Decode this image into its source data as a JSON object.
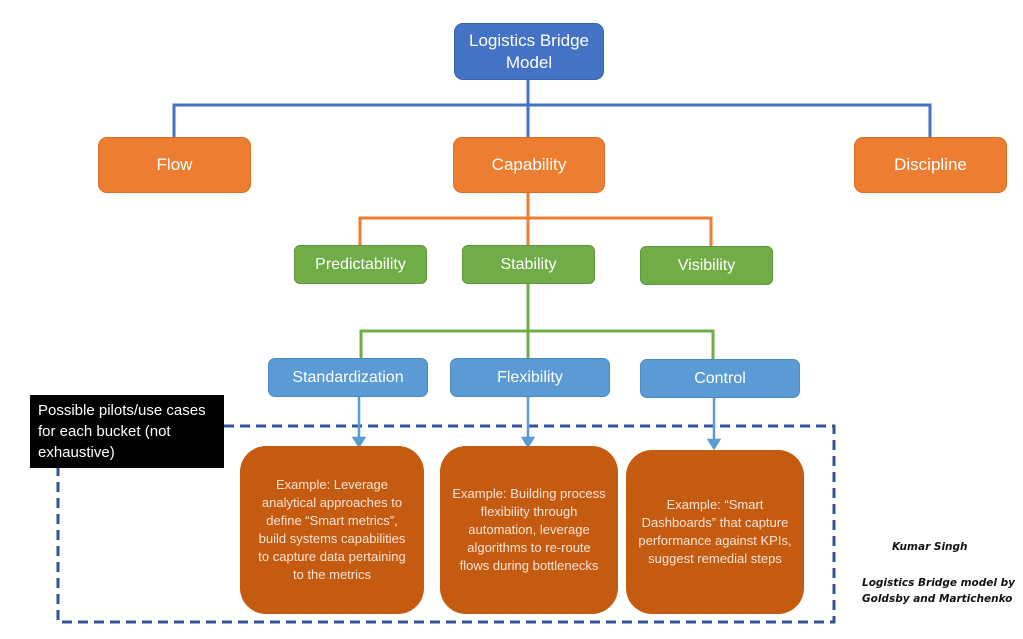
{
  "diagram": {
    "root": {
      "label": "Logistics Bridge Model"
    },
    "level1": [
      {
        "label": "Flow"
      },
      {
        "label": "Capability"
      },
      {
        "label": "Discipline"
      }
    ],
    "level2": [
      {
        "label": "Predictability"
      },
      {
        "label": "Stability"
      },
      {
        "label": "Visibility"
      }
    ],
    "level3": [
      {
        "label": "Standardization"
      },
      {
        "label": "Flexibility"
      },
      {
        "label": "Control"
      }
    ],
    "examples": [
      {
        "text": "Example: Leverage analytical approaches to define “Smart metrics”, build systems capabilities to capture data pertaining to the metrics"
      },
      {
        "text": "Example: Building process flexibility through automation, leverage algorithms to re-route flows during bottlenecks"
      },
      {
        "text": "Example: “Smart Dashboards” that capture performance against KPIs, suggest remedial steps"
      }
    ],
    "callout": {
      "text": "Possible pilots/use cases for each bucket (not exhaustive)"
    },
    "credits": {
      "author": "Kumar Singh",
      "source": "Logistics Bridge model by Goldsby and Martichenko"
    },
    "colors": {
      "root": "#4472c4",
      "level1": "#ed7d31",
      "level2": "#70ad47",
      "level3": "#5b9bd5",
      "examples": "#c55a11",
      "dashed_box": "#2f5597",
      "callout": "#000000"
    }
  }
}
